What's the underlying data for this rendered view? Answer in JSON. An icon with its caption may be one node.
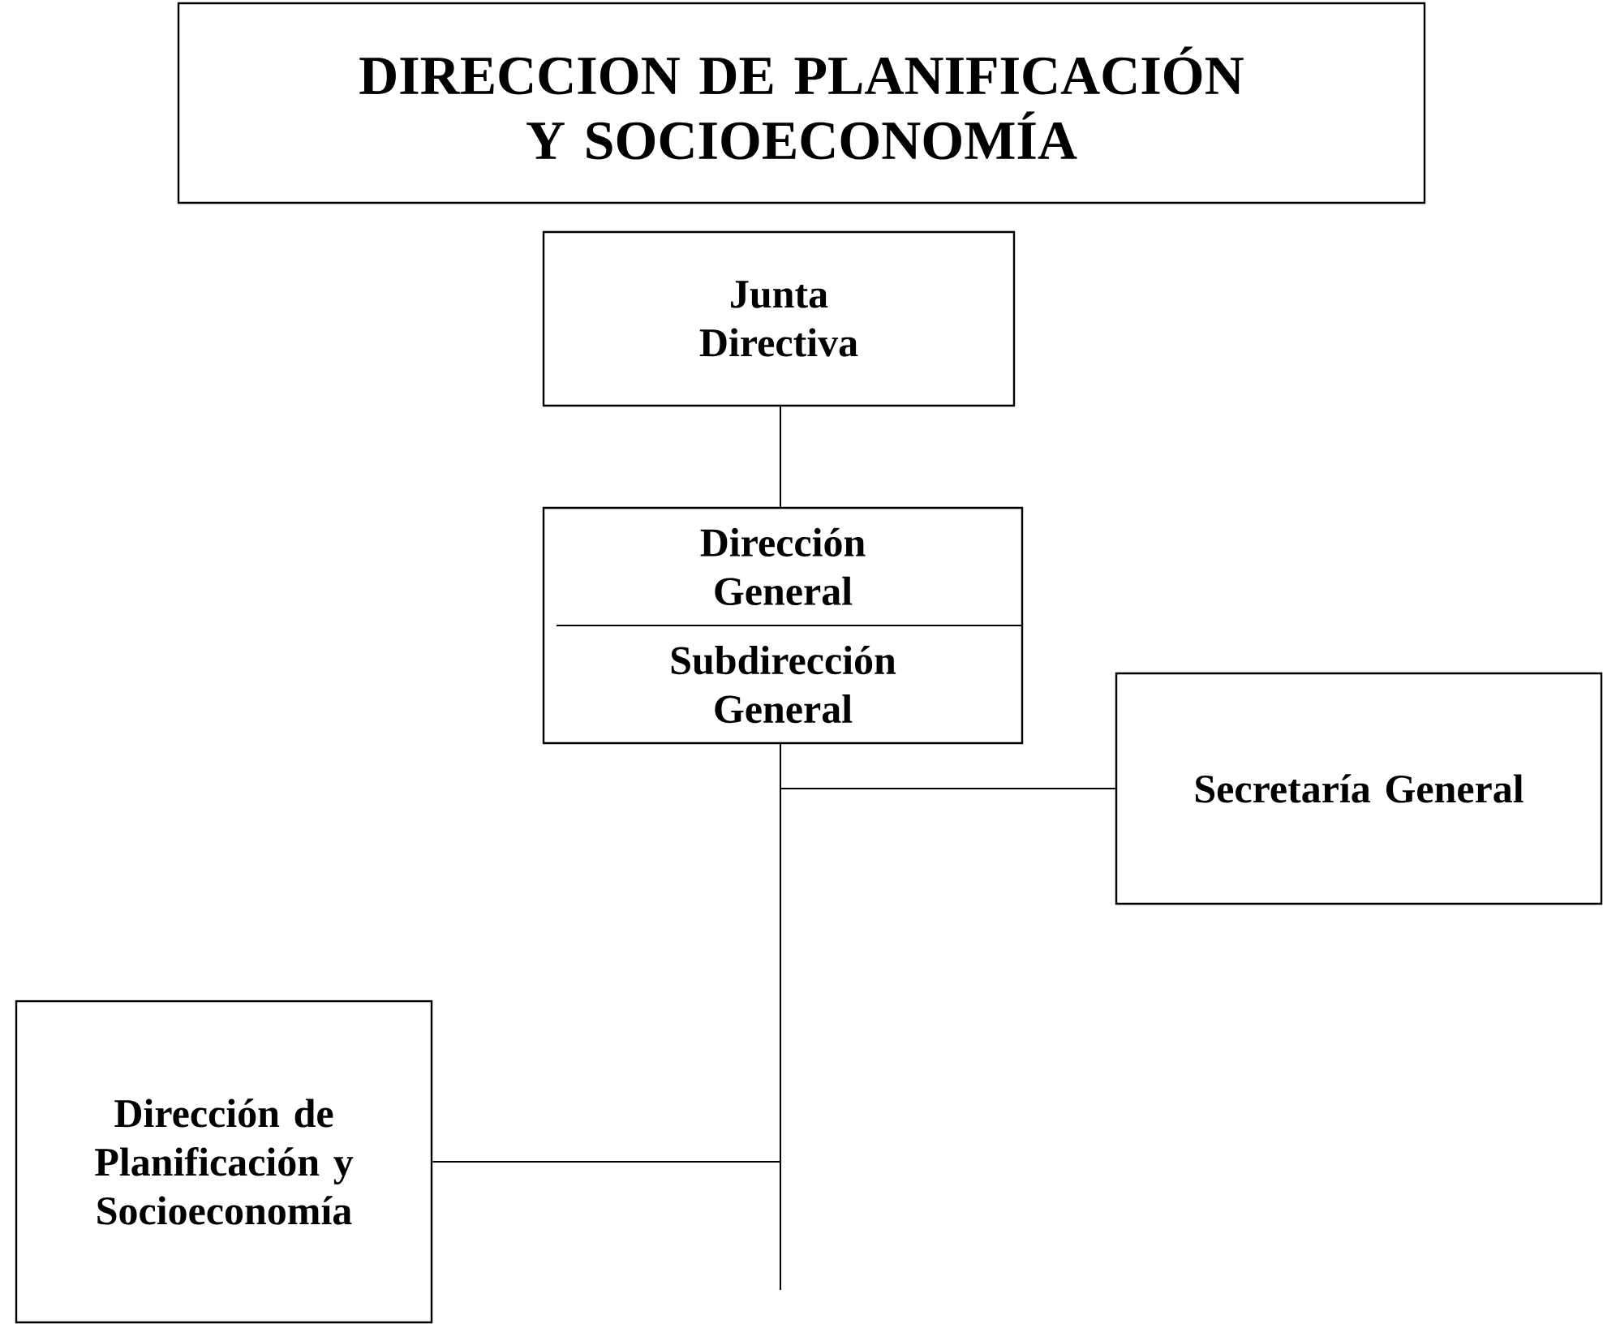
{
  "diagram": {
    "nodes": [
      {
        "text": [
          "DIRECCION DE PLANIFICACIÓN Y SOCIOECONOMÍA"
        ]
      },
      {
        "text": [
          "Junta Directiva"
        ]
      },
      {
        "text": [
          "Dirección General",
          "Subdirección General"
        ]
      },
      {
        "text": [
          "Secretaría General"
        ]
      },
      {
        "text": [
          "Dirección de Planificación y Socioeconomía"
        ]
      }
    ],
    "edges": [
      {
        "from": 1,
        "to": 2,
        "arrow": "none"
      },
      {
        "from": 2,
        "to": 3,
        "arrow": "none"
      },
      {
        "from": 2,
        "to": 4,
        "arrow": "none"
      },
      {
        "from": 2,
        "to": null,
        "arrow": "none"
      }
    ]
  }
}
